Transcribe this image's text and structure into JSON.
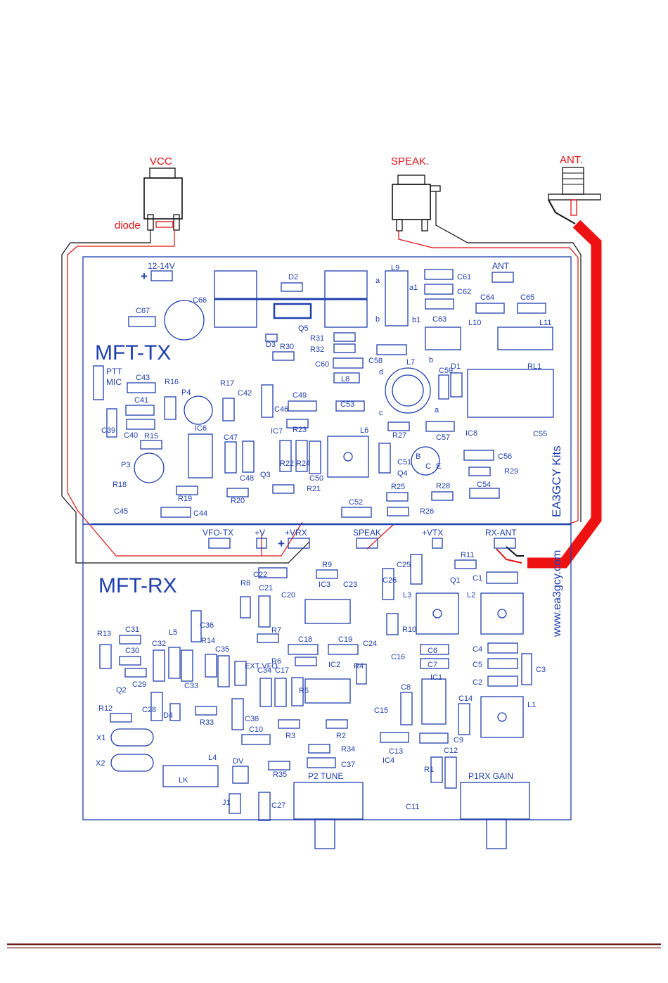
{
  "connectors": {
    "vcc": "VCC",
    "speak": "SPEAK.",
    "ant": "ANT.",
    "diode": "diode"
  },
  "boards": {
    "tx": "MFT-TX",
    "rx": "MFT-RX",
    "brand": "EA3GCY Kits",
    "url": "www.ea3gcy.com"
  },
  "pads": {
    "v12": "12-14V",
    "ant": "ANT",
    "vfo_tx": "VFO-TX",
    "v": "+V",
    "vrx": "+VRX",
    "speak": "SPEAK",
    "vtx": "+VTX",
    "rx_ant": "RX-ANT",
    "ptt": "PTT",
    "mic": "MIC"
  },
  "pots": {
    "p2": "P2 TUNE",
    "p1": "P1RX GAIN"
  },
  "tx_labels": [
    "C66",
    "C67",
    "D2",
    "Q5",
    "D3",
    "R30",
    "R31",
    "R32",
    "C58",
    "C60",
    "L8",
    "L9",
    "a",
    "b",
    "a1",
    "b1",
    "C61",
    "C62",
    "C63",
    "C64",
    "C65",
    "L10",
    "L11",
    "RL1",
    "C59",
    "D1",
    "L7",
    "d",
    "c",
    "b",
    "a",
    "C43",
    "R16",
    "P4",
    "R17",
    "C42",
    "C46",
    "C49",
    "C41",
    "C53",
    "C39",
    "C40",
    "R15",
    "IC6",
    "IC7",
    "R23",
    "C47",
    "R22",
    "R24",
    "C50",
    "L6",
    "R27",
    "C57",
    "IC8",
    "C55",
    "P3",
    "Q3",
    "C48",
    "C51",
    "Q4",
    "B",
    "C",
    "E",
    "C56",
    "R29",
    "R18",
    "R19",
    "R20",
    "R21",
    "R25",
    "R28",
    "C54",
    "C45",
    "C44",
    "C52",
    "R26"
  ],
  "rx_labels": [
    "C22",
    "R9",
    "IC3",
    "C23",
    "C26",
    "C25",
    "R11",
    "Q1",
    "C1",
    "R8",
    "C21",
    "C20",
    "L3",
    "L2",
    "R7",
    "R10",
    "C24",
    "C18",
    "C19",
    "R6",
    "IC2",
    "R4",
    "C16",
    "C6",
    "C7",
    "C4",
    "C5",
    "C3",
    "C2",
    "C34",
    "C17",
    "R5",
    "C15",
    "C8",
    "IC1",
    "L1",
    "C14",
    "R13",
    "C31",
    "L5",
    "C36",
    "R14",
    "C35",
    "EXT VFO",
    "C30",
    "C32",
    "C29",
    "C33",
    "Q2",
    "C28",
    "D4",
    "R12",
    "R33",
    "C38",
    "R3",
    "R2",
    "C10",
    "C13",
    "C9",
    "X1",
    "X2",
    "L4",
    "LK",
    "DV",
    "R35",
    "R34",
    "C37",
    "IC4",
    "R1",
    "C12",
    "J1",
    "C27",
    "C11"
  ]
}
